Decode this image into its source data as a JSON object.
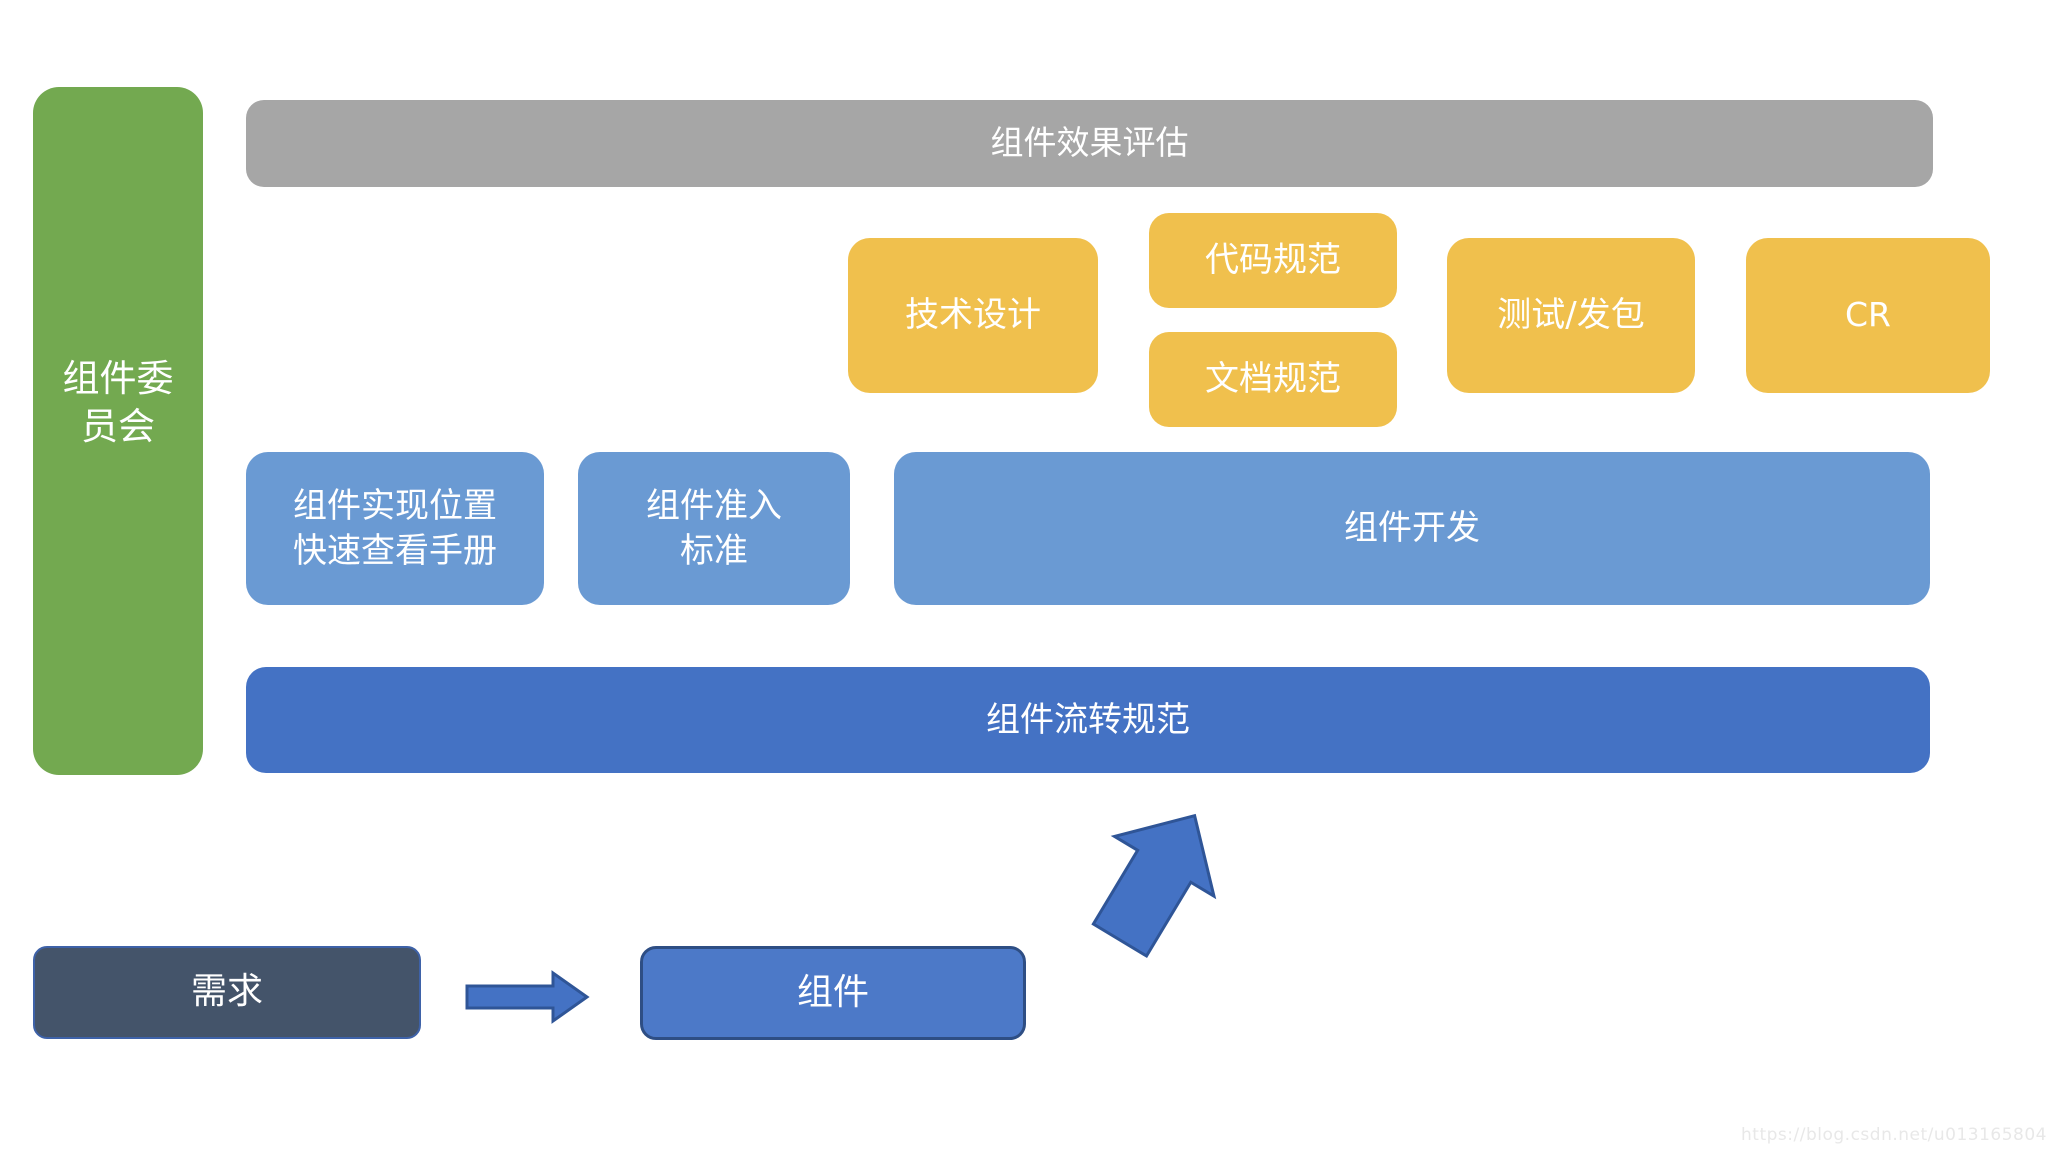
{
  "palette": {
    "canvas_bg": "#FFFFFF",
    "green": "#73A950",
    "gray": "#A6A6A6",
    "yellow": "#F0C04D",
    "light_blue": "#6A9AD3",
    "medium_blue": "#4472C4",
    "dark_slate": "#44546A",
    "slate_border": "#3E62A8",
    "component_blue": "#4C79C8",
    "component_border": "#2E4E84",
    "arrow_fill": "#4472C4",
    "arrow_border": "#2F5597",
    "watermark_gray": "#E8E8E8"
  },
  "nodes": {
    "committee": {
      "line1": "组件委",
      "line2": "员会"
    },
    "evaluation": {
      "label": "组件效果评估"
    },
    "tech_design": {
      "label": "技术设计"
    },
    "code_standard": {
      "label": "代码规范"
    },
    "doc_standard": {
      "label": "文档规范"
    },
    "test_release": {
      "label": "测试/发包"
    },
    "cr": {
      "label": "CR"
    },
    "manual": {
      "line1": "组件实现位置",
      "line2": "快速查看手册"
    },
    "admission": {
      "line1": "组件准入",
      "line2": "标准"
    },
    "development": {
      "label": "组件开发"
    },
    "flow_standard": {
      "label": "组件流转规范"
    },
    "requirement": {
      "label": "需求"
    },
    "component": {
      "label": "组件"
    }
  },
  "watermark": {
    "text": "https://blog.csdn.net/u013165804"
  }
}
